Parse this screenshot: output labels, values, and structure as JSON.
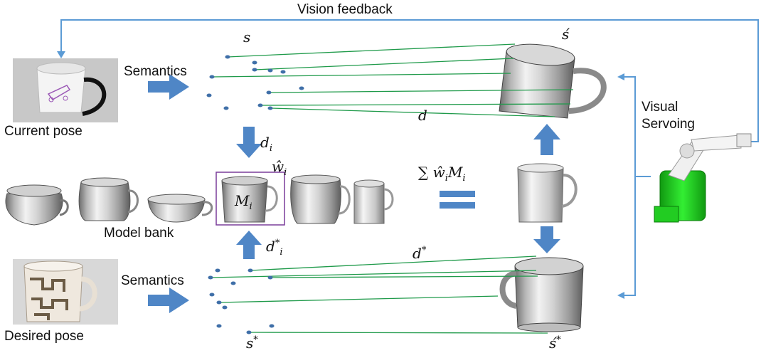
{
  "feedback": {
    "label": "Vision feedback"
  },
  "current": {
    "caption": "Current pose",
    "semantics": "Semantics"
  },
  "desired": {
    "caption": "Desired pose",
    "semantics": "Semantics"
  },
  "bank": {
    "caption": "Model bank"
  },
  "servo": {
    "line1": "Visual",
    "line2": "Servoing"
  },
  "math": {
    "s": "s",
    "s_hat": "ś",
    "d": "d",
    "d_i": "d",
    "d_i_sub": "i",
    "w_i": "ŵ",
    "w_i_sub": "i",
    "M_i": "M",
    "M_i_sub": "i",
    "sum_prefix": "∑ ŵ",
    "sum_sub1": "i",
    "sum_mid": "M",
    "sum_sub2": "i",
    "d_i_star": "d",
    "d_i_star_sup": "*",
    "d_i_star_sub": "i",
    "d_star": "d",
    "d_star_sup": "*",
    "s_star": "s",
    "s_star_sup": "*",
    "s_hat_star": "ś",
    "s_hat_star_sup": "*"
  },
  "colors": {
    "arrow": "#4f86c6",
    "feedback": "#5b9bd5",
    "dots": "#3f6fa8",
    "lines": "#1f9a4a",
    "highlight": "#7a3d9a",
    "robot": "#22cc22"
  },
  "icons": [
    "mug-current-icon",
    "mug-desired-icon",
    "mug-model-icon",
    "robot-arm-icon",
    "equals-icon"
  ]
}
